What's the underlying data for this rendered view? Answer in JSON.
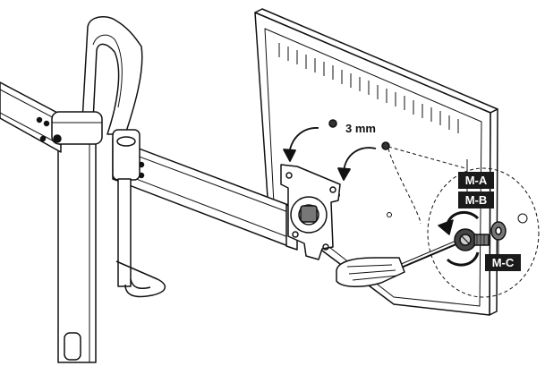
{
  "diagram": {
    "spacing_label": "3 mm",
    "parts": [
      {
        "id": "m-a",
        "label": "M-A"
      },
      {
        "id": "m-b",
        "label": "M-B"
      },
      {
        "id": "m-c",
        "label": "M-C"
      }
    ],
    "colors": {
      "line": "#111111",
      "label_bg": "#1a1a1a",
      "label_text": "#ffffff",
      "background": "#ffffff"
    }
  }
}
